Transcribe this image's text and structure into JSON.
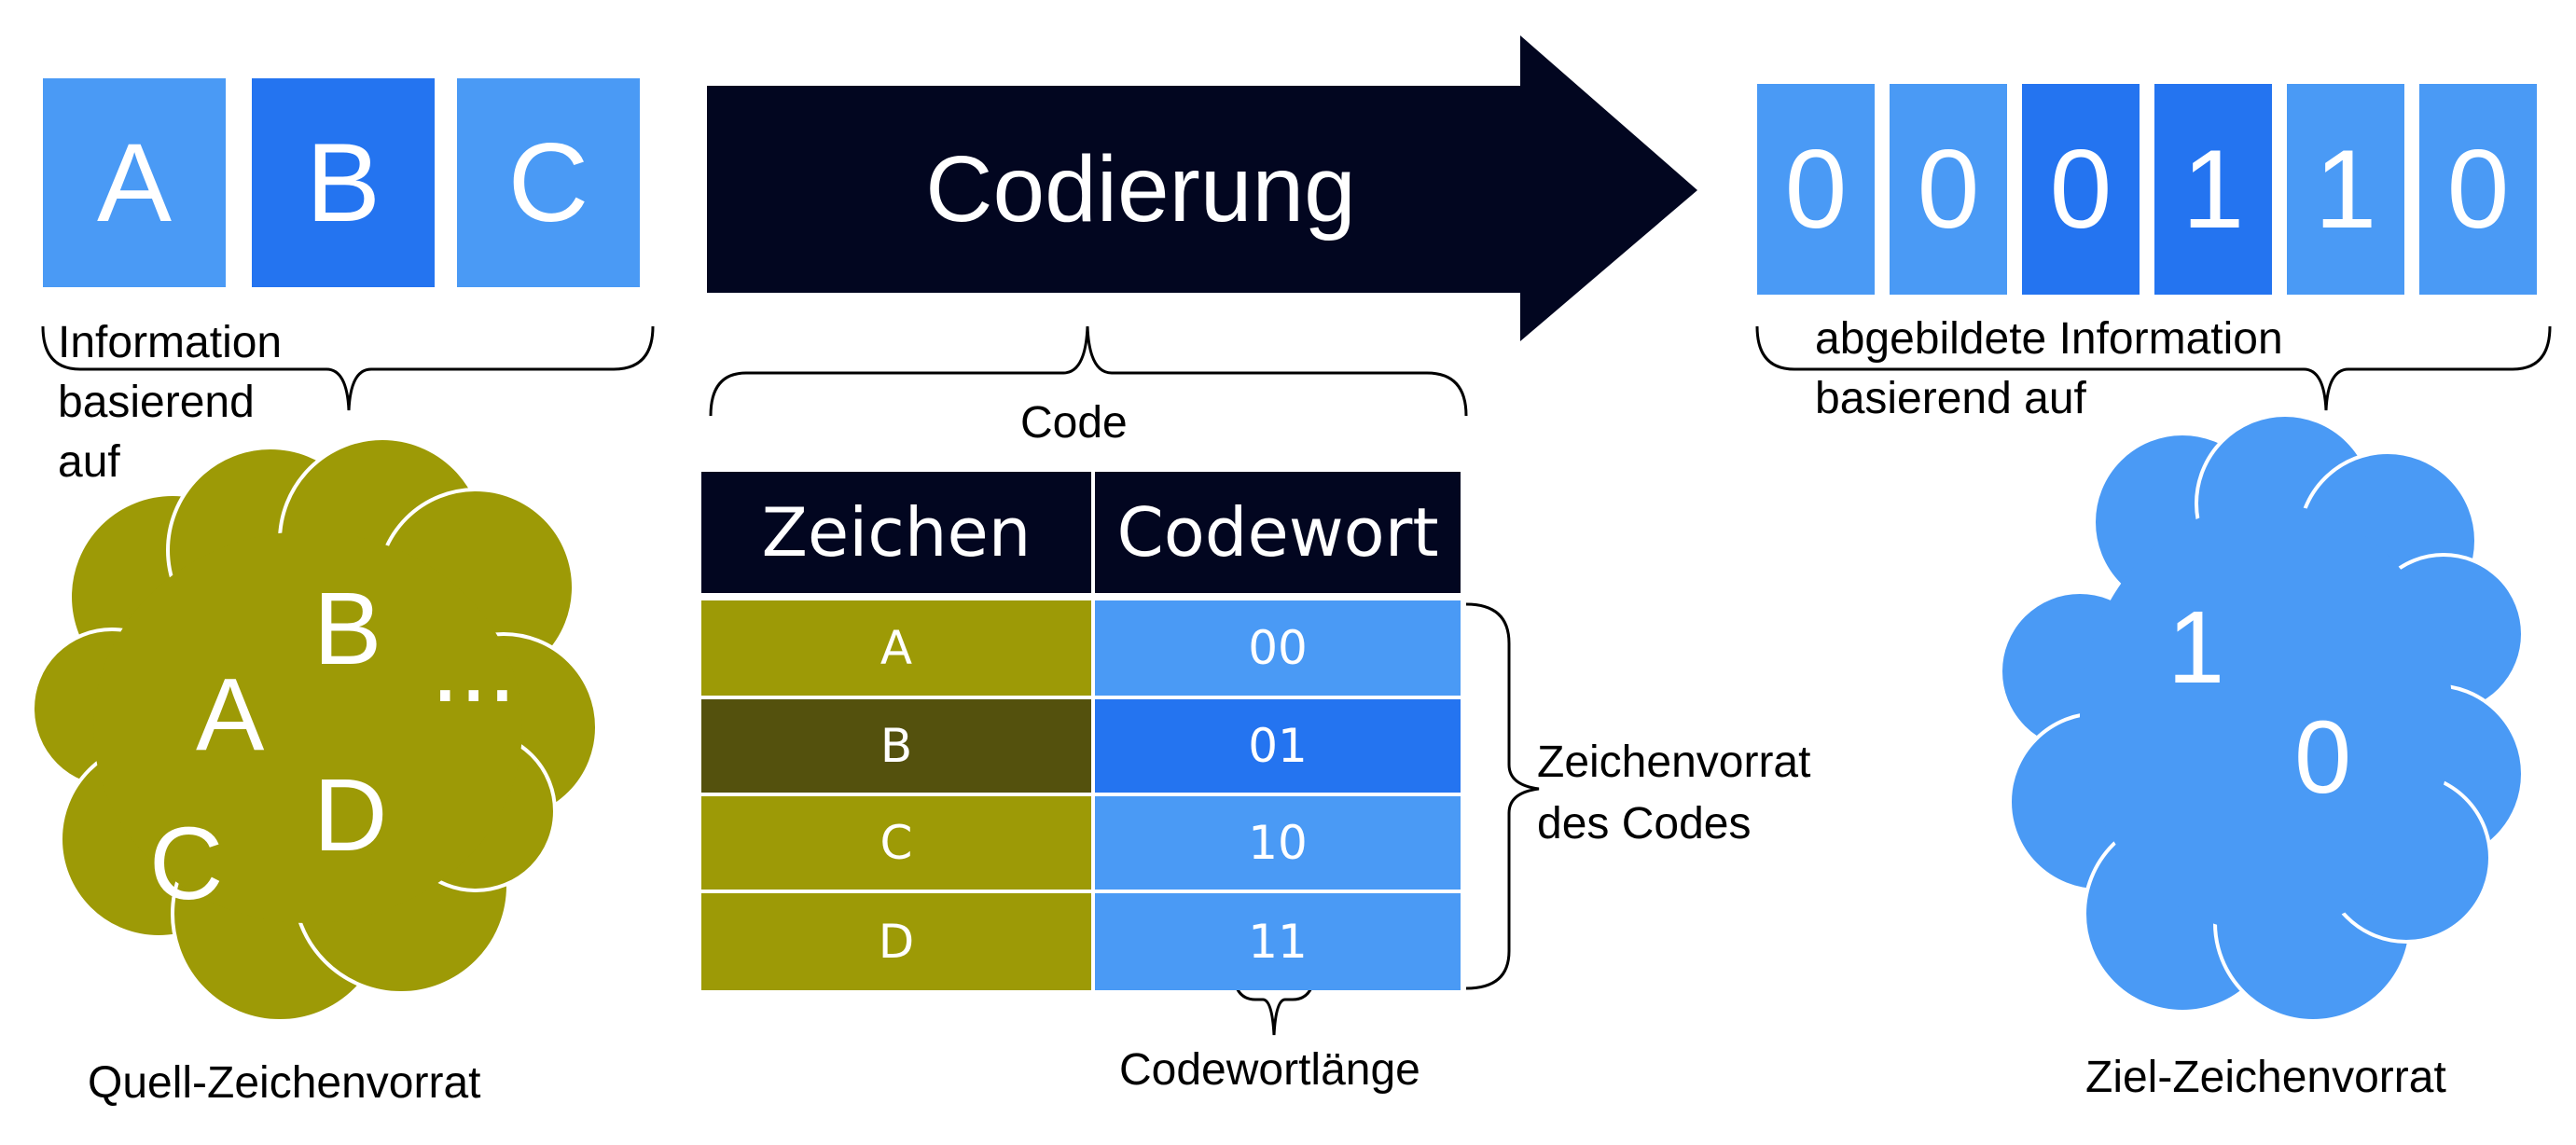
{
  "colors": {
    "light_blue": "#4a9af5",
    "dark_blue": "#2474f0",
    "olive": "#9d9a06",
    "dark_olive": "#54510d",
    "navy": "#020620"
  },
  "source_symbols": [
    {
      "char": "A",
      "shade": "light"
    },
    {
      "char": "B",
      "shade": "dark"
    },
    {
      "char": "C",
      "shade": "light"
    }
  ],
  "arrow_label": "Codierung",
  "target_bits": [
    {
      "char": "0",
      "shade": "light"
    },
    {
      "char": "0",
      "shade": "light"
    },
    {
      "char": "0",
      "shade": "dark"
    },
    {
      "char": "1",
      "shade": "dark"
    },
    {
      "char": "1",
      "shade": "light"
    },
    {
      "char": "0",
      "shade": "light"
    }
  ],
  "labels": {
    "information_line1": "Information",
    "information_line2": "basierend",
    "information_line3": "auf",
    "code": "Code",
    "mapped_line1": "abgebildete Information",
    "mapped_line2": "basierend auf",
    "charset_line1": "Zeichenvorrat",
    "charset_line2": "des Codes",
    "codeword_length": "Codewortlänge",
    "source_charset": "Quell-Zeichenvorrat",
    "target_charset": "Ziel-Zeichenvorrat"
  },
  "table": {
    "headers": [
      "Zeichen",
      "Codewort"
    ],
    "rows": [
      {
        "zeichen": "A",
        "codewort": "00"
      },
      {
        "zeichen": "B",
        "codewort": "01"
      },
      {
        "zeichen": "C",
        "codewort": "10"
      },
      {
        "zeichen": "D",
        "codewort": "11"
      }
    ]
  },
  "source_cloud": {
    "symbols": [
      "B",
      "A",
      "...",
      "D",
      "C"
    ]
  },
  "target_cloud": {
    "symbols": [
      "1",
      "0"
    ]
  }
}
